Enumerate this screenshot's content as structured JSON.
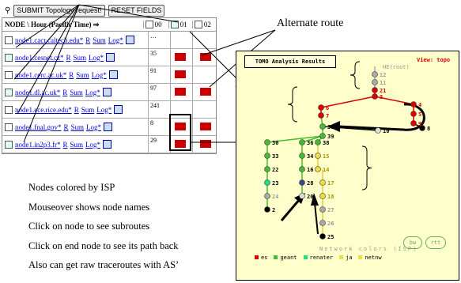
{
  "top": {
    "submit": "SUBMIT Topology request!",
    "reset": "RESET FIELDS"
  },
  "table": {
    "header": "NODE \\ Hour (Pacific Time) ⇒",
    "cols": [
      "00",
      "01",
      "02"
    ],
    "rows": [
      {
        "node": "node1.cacr.caltech.edu*",
        "val": "…"
      },
      {
        "node": "node1.cesnet.cz*",
        "val": "35"
      },
      {
        "node": "node1.cerc.ac.uk*",
        "val": "91"
      },
      {
        "node": "node1.dl.ac.uk*",
        "val": "97"
      },
      {
        "node": "node1.ece.rice.edu*",
        "val": "241"
      },
      {
        "node": "node1.fnal.gov*",
        "val": "8"
      },
      {
        "node": "node1.in2p3.fr*",
        "val": "29"
      }
    ],
    "r": "R",
    "sum": "Sum",
    "log": "Log*"
  },
  "annotations": {
    "alternate": "Alternate route",
    "lines": [
      "Nodes colored by ISP",
      "Mouseover shows node names",
      "Click on node to see subroutes",
      "Click on end node to see its path back",
      "Also can get raw traceroutes with AS’"
    ]
  },
  "panel": {
    "title": "TOMO Analysis Results",
    "view": "View: topo",
    "root": "HE(root)",
    "legend_title": "Network colors (ISP)",
    "legend": [
      {
        "name": "es",
        "color": "#dd0000"
      },
      {
        "name": "geant",
        "color": "#44bb33"
      },
      {
        "name": "renater",
        "color": "#22dd88"
      },
      {
        "name": "ja",
        "color": "#eedd44"
      },
      {
        "name": "netnw",
        "color": "#eedd44"
      }
    ],
    "bw": "bw",
    "rtt": "rtt",
    "nodes_left_green": [
      "30",
      "33",
      "22",
      "23",
      "24",
      "2"
    ],
    "nodes_center_green": [
      "36",
      "34",
      "16",
      "28",
      "20"
    ],
    "nodes_right_yellow": [
      "38",
      "15",
      "14",
      "17",
      "18",
      "27",
      "26",
      "25"
    ],
    "nodes_top_red": [
      "21",
      "3",
      "6",
      "7",
      "4",
      "5",
      "9"
    ],
    "nodes_top_gray": [
      "12",
      "11"
    ],
    "nodes_other": [
      "31",
      "10",
      "8",
      "39"
    ]
  }
}
